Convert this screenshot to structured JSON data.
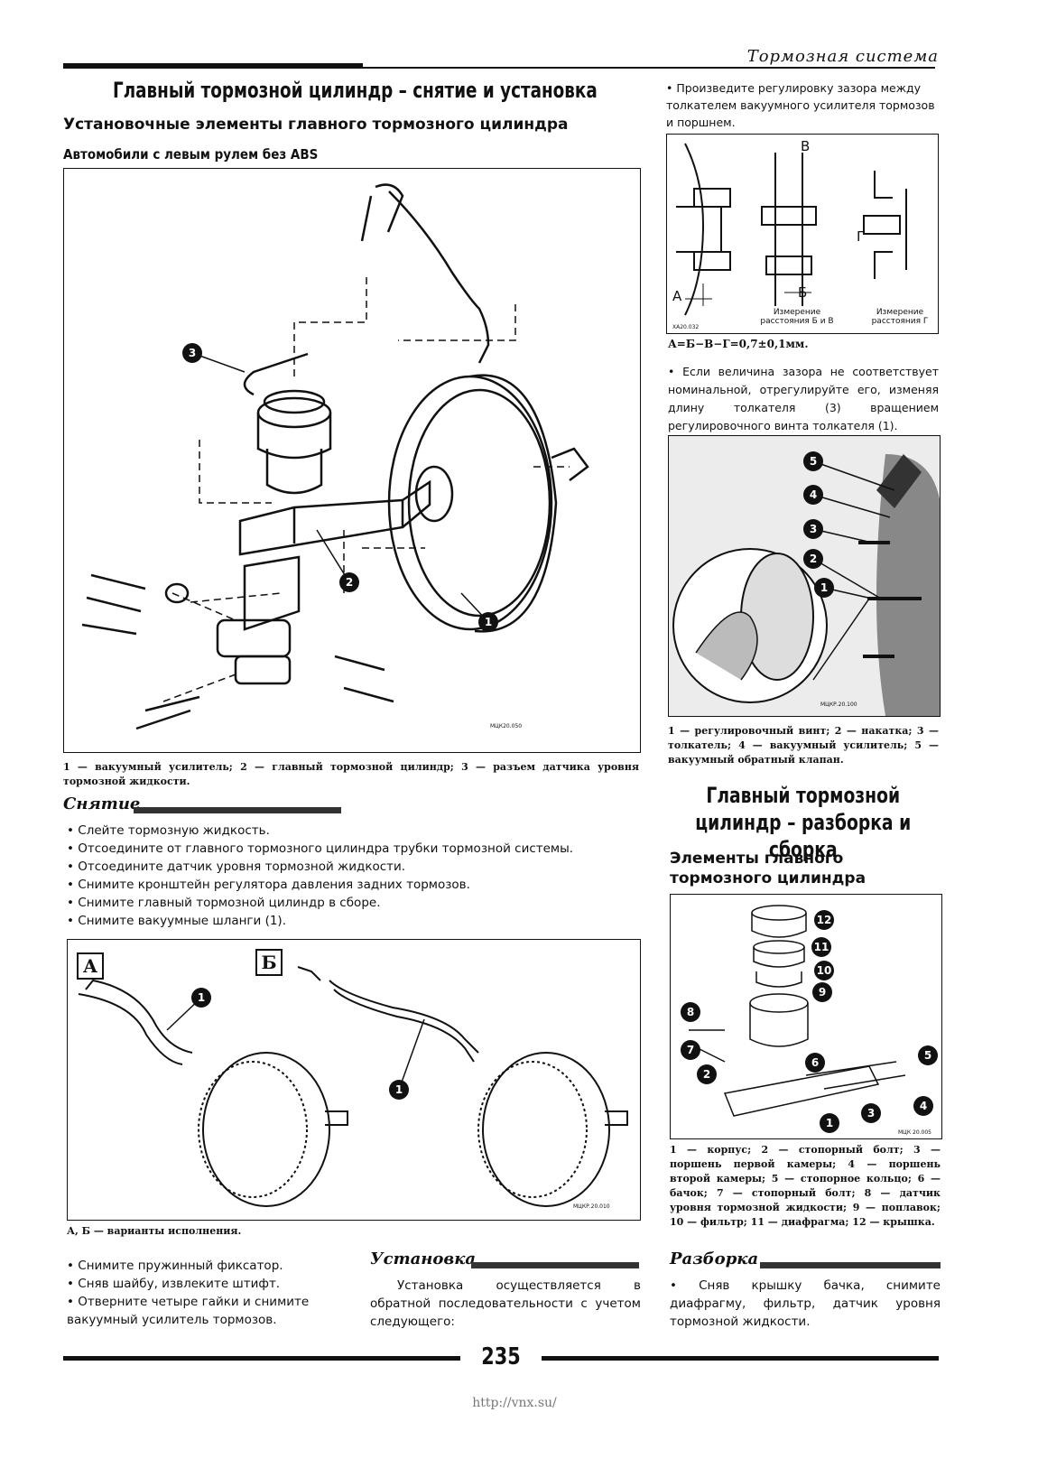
{
  "running_header": "Тормозная система",
  "left": {
    "title": "Главный тормозной цилиндр – снятие и установка",
    "subtitle": "Установочные элементы главного тормозного цилиндра",
    "subsubtitle": "Автомобили с левым рулем без ABS",
    "fig1": {
      "code": "МЦК20.050",
      "callouts": [
        "1",
        "2",
        "3"
      ],
      "caption": "1 — вакуумный усилитель; 2 — главный тормозной цилиндр; 3 — разъем датчика уровня тормозной жидкости."
    },
    "removal": {
      "heading": "Снятие",
      "items": [
        "Слейте тормозную жидкость.",
        "Отсоедините от главного тормозного цилиндра трубки тормозной системы.",
        "Отсоедините датчик уровня тормозной жидкости.",
        "Снимите кронштейн регулятора давления задних тормозов.",
        "Снимите главный тормозной цилиндр в сборе.",
        "Снимите вакуумные шланги (1)."
      ]
    },
    "fig2": {
      "label_a": "А",
      "label_b": "Б",
      "callouts": [
        "1",
        "1"
      ],
      "code": "МЦКР.20.010",
      "caption": "А, Б — варианты исполнения."
    },
    "more_items": [
      "Снимите пружинный фиксатор.",
      "Сняв шайбу, извлеките штифт.",
      "Отверните четыре гайки и снимите вакуумный усилитель тормозов."
    ],
    "install": {
      "heading": "Установка",
      "text": "Установка осуществляется в обратной последовательности с учетом следующего:"
    }
  },
  "right": {
    "item1": "Произведите регулировку зазора между толкателем вакуумного усилителя тормозов и поршнем.",
    "fig3": {
      "label_v": "В",
      "label_b": "Б",
      "label_a": "А",
      "label_g": "Г",
      "cap_bv": "Измерение расстояния Б и В",
      "cap_g": "Измерение расстояния Г",
      "code": "ХА20.032",
      "formula": "А=Б−В−Г=0,7±0,1мм."
    },
    "item2": "Если величина зазора не соответствует номинальной, отрегулируйте его, изменяя длину толкателя (3) вращением регулировочного винта толкателя (1).",
    "fig4": {
      "callouts": [
        "5",
        "4",
        "3",
        "2",
        "1"
      ],
      "code": "МЦКР.20.100",
      "caption": "1 — регулировочный винт; 2 — накатка; 3 — толкатель; 4 — вакуумный усилитель; 5 — вакуумный обратный клапан."
    },
    "title2": "Главный тормозной цилиндр – разборка и сборка",
    "subtitle2": "Элементы главного тормозного цилиндра",
    "fig5": {
      "callouts": [
        "12",
        "11",
        "10",
        "9",
        "8",
        "7",
        "6",
        "5",
        "2",
        "4",
        "3",
        "1"
      ],
      "code": "МЦК 20.005",
      "caption": "1 — корпус; 2 — стопорный болт; 3 — поршень первой камеры; 4 — поршень второй камеры; 5 — стопорное кольцо; 6 — бачок; 7 — стопорный болт; 8 — датчик уровня тормозной жидкости; 9 — поплавок; 10 — фильтр; 11 — диафрагма; 12 — крышка."
    },
    "disassembly": {
      "heading": "Разборка",
      "items": [
        "Сняв крышку бачка, снимите диафрагму, фильтр, датчик уровня тормозной жидкости."
      ]
    }
  },
  "footer": {
    "page_number": "235",
    "url": "http://vnx.su/"
  }
}
